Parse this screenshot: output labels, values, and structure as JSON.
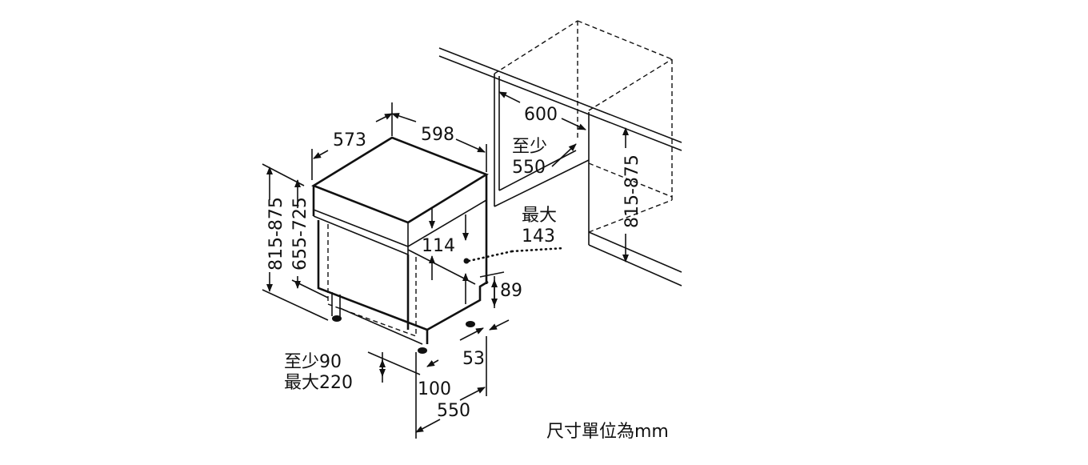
{
  "labels": {
    "depth_573": "573",
    "width_598": "598",
    "cab_600": "600",
    "min_text": "至少",
    "cab_550": "550",
    "max_text": "最大",
    "max_143": "143",
    "h_815_875_left": "815-875",
    "h_655_725": "655-725",
    "h_815_875_right": "815-875",
    "d_114": "114",
    "d_89": "89",
    "d_53": "53",
    "plinth_min": "至少90",
    "plinth_max": "最大220",
    "d_100": "100",
    "d_550": "550",
    "units": "尺寸單位為mm"
  }
}
